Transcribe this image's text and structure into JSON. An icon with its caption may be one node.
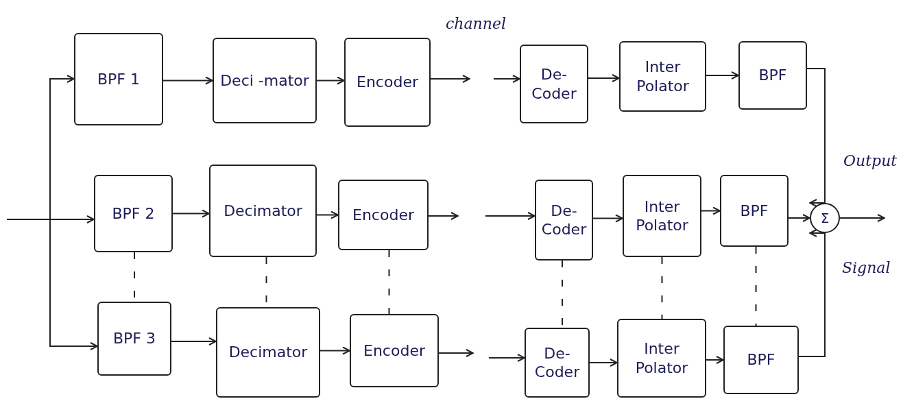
{
  "diagram": {
    "nodes": [
      {
        "text": [
          "BPF 1"
        ]
      },
      {
        "text": [
          "Deci -mator"
        ]
      },
      {
        "text": [
          "Encoder"
        ]
      },
      {
        "text": [
          "De- Coder"
        ]
      },
      {
        "text": [
          "Inter Polator"
        ]
      },
      {
        "text": [
          "BPF"
        ]
      },
      {
        "text": [
          "BPF 2"
        ]
      },
      {
        "text": [
          "Decimator"
        ]
      },
      {
        "text": [
          "Encoder"
        ]
      },
      {
        "text": [
          "De- Coder"
        ]
      },
      {
        "text": [
          "Inter Polator"
        ]
      },
      {
        "text": [
          "BPF"
        ]
      },
      {
        "text": [
          "Σ"
        ]
      },
      {
        "text": [
          "BPF 3"
        ]
      },
      {
        "text": [
          "Decimator"
        ]
      },
      {
        "text": [
          "Encoder"
        ]
      },
      {
        "text": [
          "De- Coder"
        ]
      },
      {
        "text": [
          "Inter Polator"
        ]
      },
      {
        "text": [
          "BPF"
        ]
      }
    ],
    "edges": [
      {
        "from": null,
        "to": 0,
        "arrow": "to"
      },
      {
        "from": null,
        "to": 6,
        "arrow": "to"
      },
      {
        "from": null,
        "to": 13,
        "arrow": "to"
      },
      {
        "from": 0,
        "to": 1,
        "arrow": "to"
      },
      {
        "from": 1,
        "to": 2,
        "arrow": "to"
      },
      {
        "from": 2,
        "to": null,
        "arrow": "to"
      },
      {
        "from": null,
        "to": 3,
        "arrow": "to"
      },
      {
        "from": 3,
        "to": 4,
        "arrow": "to"
      },
      {
        "from": 4,
        "to": 5,
        "arrow": "to"
      },
      {
        "from": 5,
        "to": 12,
        "arrow": "to"
      },
      {
        "from": 6,
        "to": 7,
        "arrow": "to"
      },
      {
        "from": 7,
        "to": 8,
        "arrow": "to"
      },
      {
        "from": 8,
        "to": null,
        "arrow": "to"
      },
      {
        "from": null,
        "to": 9,
        "arrow": "to"
      },
      {
        "from": 9,
        "to": 10,
        "arrow": "to"
      },
      {
        "from": 10,
        "to": 11,
        "arrow": "to"
      },
      {
        "from": 11,
        "to": 12,
        "arrow": "to"
      },
      {
        "from": 13,
        "to": 14,
        "arrow": "to"
      },
      {
        "from": 14,
        "to": 15,
        "arrow": "to"
      },
      {
        "from": 15,
        "to": null,
        "arrow": "to"
      },
      {
        "from": null,
        "to": 16,
        "arrow": "to"
      },
      {
        "from": 16,
        "to": 17,
        "arrow": "to"
      },
      {
        "from": 17,
        "to": 18,
        "arrow": "to"
      },
      {
        "from": 18,
        "to": 12,
        "arrow": "to"
      },
      {
        "from": 12,
        "to": null,
        "arrow": "to"
      },
      {
        "from": 6,
        "to": 13,
        "arrow": "none",
        "style": "dashed"
      },
      {
        "from": 7,
        "to": 14,
        "arrow": "none",
        "style": "dashed"
      },
      {
        "from": 8,
        "to": 15,
        "arrow": "none",
        "style": "dashed"
      },
      {
        "from": 9,
        "to": 16,
        "arrow": "none",
        "style": "dashed"
      },
      {
        "from": 10,
        "to": 17,
        "arrow": "none",
        "style": "dashed"
      },
      {
        "from": 11,
        "to": 18,
        "arrow": "none",
        "style": "dashed"
      }
    ],
    "labels": [
      "channel",
      "Output",
      "Signal"
    ]
  }
}
